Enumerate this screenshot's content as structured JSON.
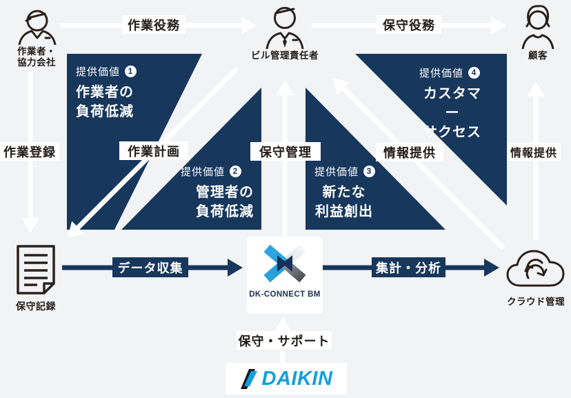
{
  "background_color": "#f2f3f5",
  "colors": {
    "navy": "#17375c",
    "arrow_white": "#ffffff",
    "icon_stroke": "#2a211c",
    "text_dark": "#221c18",
    "daikin_cyan": "#12a0dc",
    "logo_blue": "#28a0da",
    "logo_navy": "#16315a",
    "logo_silver": "#eef0f2",
    "logo_gray": "#54595e"
  },
  "entities": {
    "worker": {
      "icon": "worker-icon",
      "label_line1": "作業者・",
      "label_line2": "協力会社"
    },
    "manager": {
      "icon": "manager-icon",
      "label": "ビル管理責任者"
    },
    "customer": {
      "icon": "customer-icon",
      "label": "顧客"
    },
    "record": {
      "icon": "document-icon",
      "label": "保守記録"
    },
    "cloud": {
      "icon": "cloud-sync-icon",
      "label": "クラウド管理"
    }
  },
  "arrows": {
    "work_service": "作業役務",
    "maintenance_service": "保守役務",
    "work_registration": "作業登録",
    "work_plan": "作業計画",
    "maintenance_management": "保守管理",
    "info_provision_center": "情報提供",
    "info_provision_right": "情報提供",
    "data_collection": "データ収集",
    "aggregation_analysis": "集計・分析",
    "maintenance_support": "保守・サポート"
  },
  "values": [
    {
      "badge_label": "提供価値",
      "badge": "1",
      "title_line1": "作業者の",
      "title_line2": "負荷低減"
    },
    {
      "badge_label": "提供価値",
      "badge": "2",
      "title_line1": "管理者の",
      "title_line2": "負荷低減"
    },
    {
      "badge_label": "提供価値",
      "badge": "3",
      "title_line1": "新たな",
      "title_line2": "利益創出"
    },
    {
      "badge_label": "提供価値",
      "badge": "4",
      "title_line1": "カスタマー",
      "title_line2": "サクセス"
    }
  ],
  "products": {
    "dk_connect": "DK-CONNECT BM",
    "daikin": "DAIKIN"
  }
}
